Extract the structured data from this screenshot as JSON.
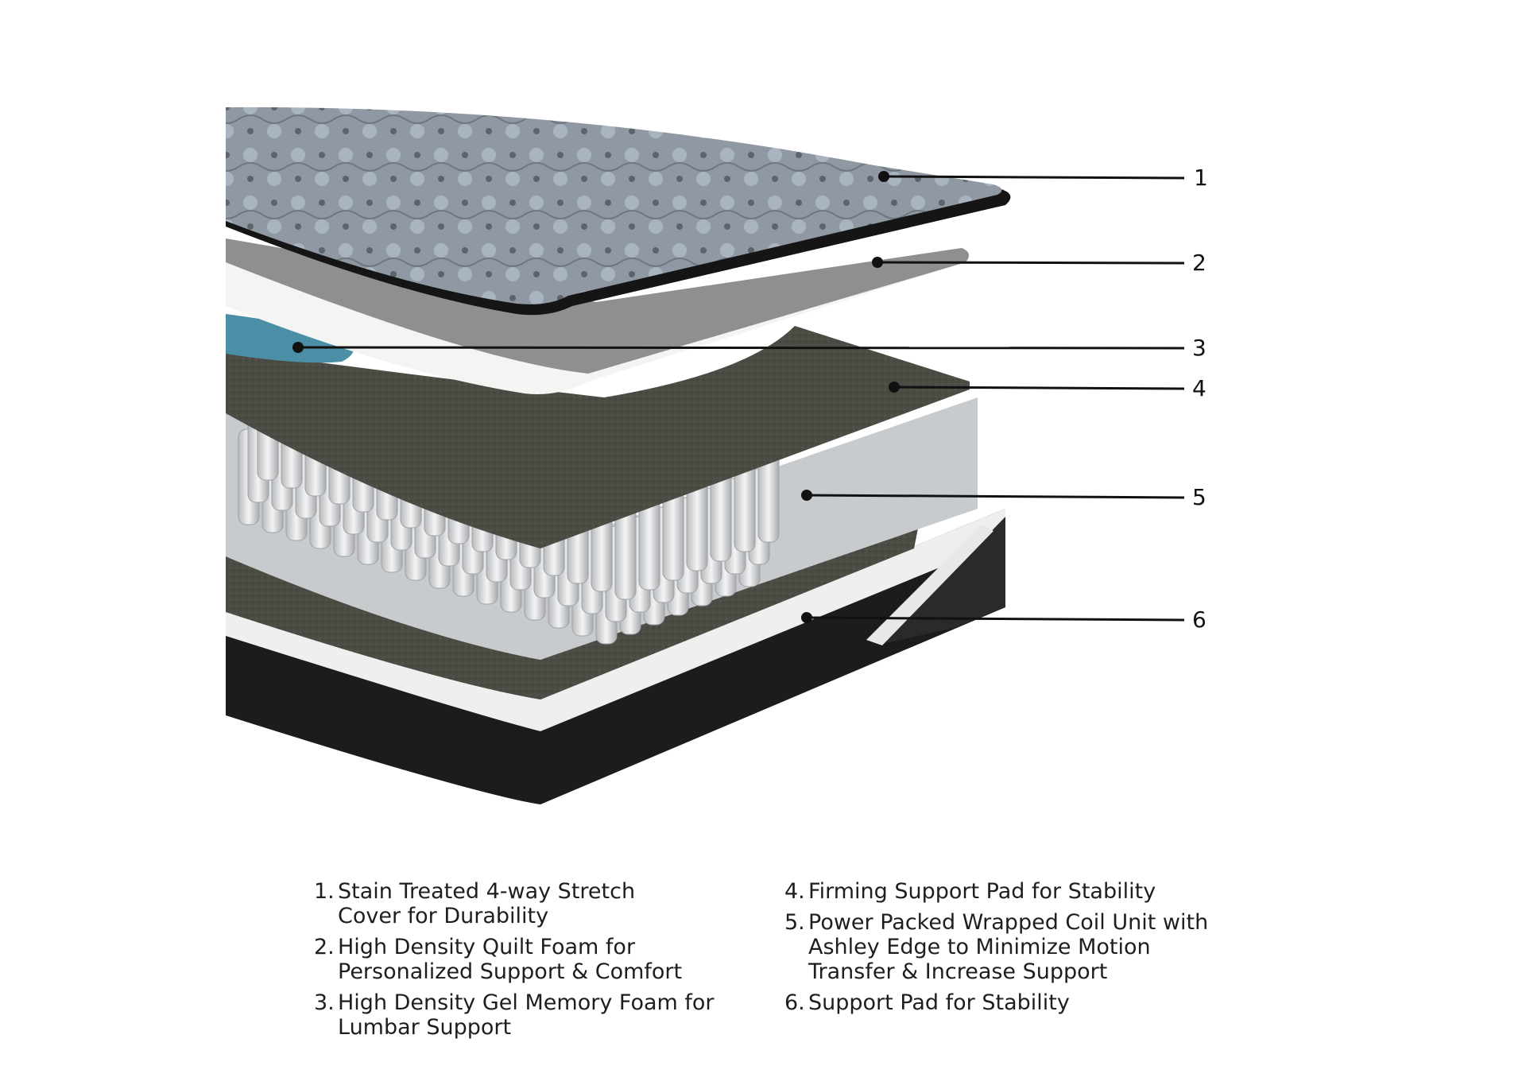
{
  "callouts": [
    {
      "num": "1",
      "label": "Stain Treated 4-way Stretch Cover for Durability"
    },
    {
      "num": "2",
      "label": "High Density Quilt Foam for Personalized Support & Comfort"
    },
    {
      "num": "3",
      "label": "High Density Gel Memory Foam for Lumbar Support"
    },
    {
      "num": "4",
      "label": "Firming Support Pad for Stability"
    },
    {
      "num": "5",
      "label": "Power Packed Wrapped Coil Unit with Ashley Edge to Minimize Motion Transfer & Increase Support"
    },
    {
      "num": "6",
      "label": "Support Pad for Stability"
    }
  ],
  "legend": {
    "left": [
      {
        "num": "1.",
        "text": "Stain Treated 4-way Stretch Cover for Durability"
      },
      {
        "num": "2.",
        "text": "High Density Quilt Foam for Personalized Support & Comfort"
      },
      {
        "num": "3.",
        "text": "High Density Gel Memory Foam for Lumbar Support"
      }
    ],
    "right": [
      {
        "num": "4.",
        "text": "Firming Support Pad for Stability"
      },
      {
        "num": "5.",
        "text": "Power Packed Wrapped Coil Unit with Ashley Edge to Minimize Motion Transfer & Increase Support"
      },
      {
        "num": "6.",
        "text": "Support Pad for Stability"
      }
    ]
  },
  "colors": {
    "cover": "#8c96a2",
    "quilt_foam": "#f1f1ef",
    "gel_foam": "#4a8fa6",
    "firming_pad": "#4b4a42",
    "coils": "#d6d8db",
    "base": "#1f1f1f",
    "leader": "#111111"
  }
}
